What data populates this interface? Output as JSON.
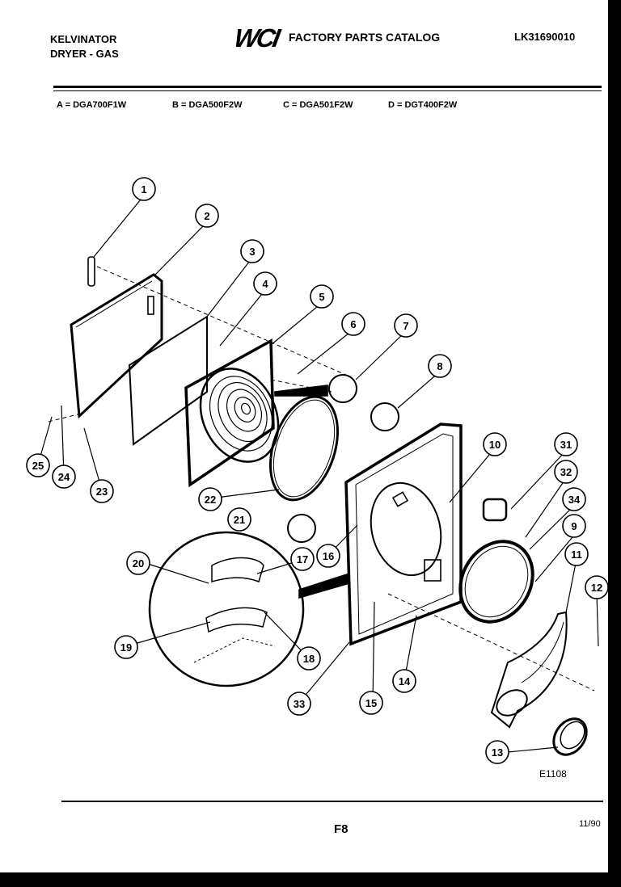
{
  "header": {
    "brand": "KELVINATOR",
    "product": "DRYER - GAS",
    "logo": "WCI",
    "catalog_title": "FACTORY PARTS CATALOG",
    "doc_number": "LK31690010"
  },
  "models": [
    "A = DGA700F1W",
    "B = DGA500F2W",
    "C = DGA501F2W",
    "D = DGT400F2W"
  ],
  "callouts": [
    "1",
    "2",
    "3",
    "4",
    "5",
    "6",
    "7",
    "8",
    "9",
    "10",
    "11",
    "12",
    "13",
    "14",
    "15",
    "16",
    "17",
    "18",
    "19",
    "20",
    "21",
    "22",
    "23",
    "24",
    "25",
    "31",
    "32",
    "33",
    "34"
  ],
  "footer": {
    "figure_code": "E1108",
    "page_id": "F8",
    "date_code": "11/90"
  }
}
